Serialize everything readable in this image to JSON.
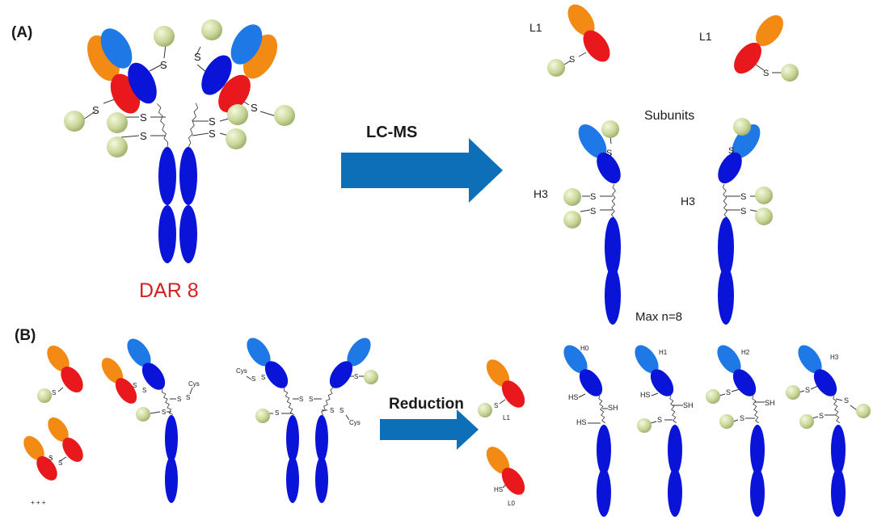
{
  "labels": {
    "panel_a": "(A)",
    "panel_b": "(B)",
    "dar": "DAR 8",
    "lcms": "LC-MS",
    "subunits": "Subunits",
    "max_n": "Max n=8",
    "reduction": "Reduction",
    "l1_left": "L1",
    "l1_right": "L1",
    "h3_left": "H3",
    "h3_right": "H3",
    "l1_small": "L1",
    "l0_small": "L0",
    "h0": "H0",
    "h1": "H1",
    "h2": "H2",
    "h3_small": "H3",
    "plus_marks": "+ + +"
  },
  "chem": {
    "s": "S",
    "sh": "SH",
    "hs": "HS",
    "cys": "Cys"
  },
  "colors": {
    "heavy_chain": "#0a14d8",
    "variable_heavy": "#1e78e6",
    "light_constant": "#e8181c",
    "light_variable": "#f28a14",
    "payload": "#c8d698",
    "arrow": "#0c6fb8",
    "dar_label": "#d42020"
  }
}
